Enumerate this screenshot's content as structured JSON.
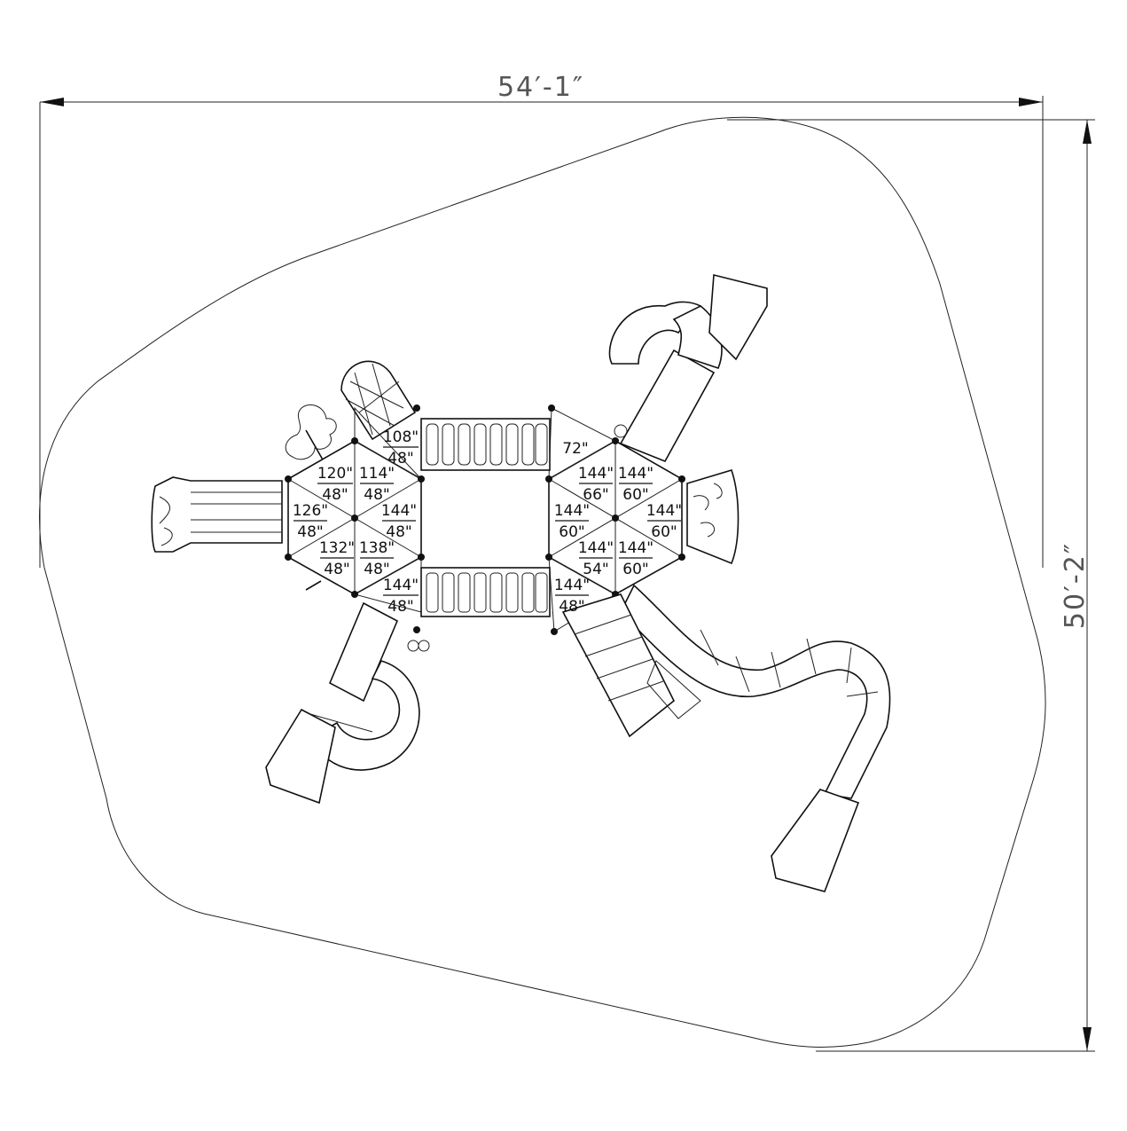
{
  "dimensions": {
    "width": "54′-1″",
    "depth": "50′-2″"
  },
  "left_tower_decks": [
    {
      "top": "108\"",
      "bottom": "48\""
    },
    {
      "top": "120\"",
      "bottom": "48\""
    },
    {
      "top": "114\"",
      "bottom": "48\""
    },
    {
      "top": "126\"",
      "bottom": "48\""
    },
    {
      "top": "144\"",
      "bottom": "48\""
    },
    {
      "top": "132\"",
      "bottom": "48\""
    },
    {
      "top": "138\"",
      "bottom": "48\""
    },
    {
      "top": "144\"",
      "bottom": "48\""
    }
  ],
  "right_tower_decks": [
    {
      "top": "72\"",
      "bottom": ""
    },
    {
      "top": "144\"",
      "bottom": "66\""
    },
    {
      "top": "144\"",
      "bottom": "60\""
    },
    {
      "top": "144\"",
      "bottom": "60\""
    },
    {
      "top": "144\"",
      "bottom": "60\""
    },
    {
      "top": "144\"",
      "bottom": "54\""
    },
    {
      "top": "144\"",
      "bottom": "60\""
    },
    {
      "top": "144\"",
      "bottom": "48\""
    }
  ]
}
